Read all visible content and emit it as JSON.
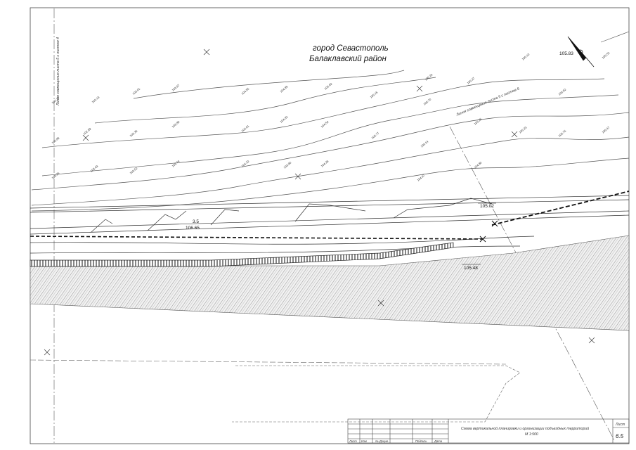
{
  "map": {
    "city": "город Севастополь",
    "district": "Балаклавский район",
    "match_line_left": "Линия совмещения листа 5 с листом 4",
    "match_line_right": "Линия совмещения листа 5 с листом 6",
    "marks": [
      {
        "label": "105.02"
      },
      {
        "label": "105.48"
      },
      {
        "label": "106.65"
      },
      {
        "label": "105.83"
      }
    ],
    "slope_label": "3.5",
    "elevations": [
      "102.37",
      "102.13",
      "103.01",
      "103.87",
      "104.55",
      "104.89",
      "105.63",
      "105.15",
      "105.26",
      "105.37",
      "105.10",
      "105.52",
      "102.88",
      "102.99",
      "103.36",
      "103.80",
      "104.01",
      "104.82",
      "104.54",
      "105.77",
      "105.70",
      "106.14",
      "106.25",
      "105.82",
      "103.36",
      "103.43",
      "103.52",
      "103.74",
      "104.32",
      "103.90",
      "104.36",
      "104.87",
      "104.80",
      "105.23",
      "105.75",
      "105.47"
    ],
    "colors": {
      "line": "#333333",
      "road_hatch": "#888888",
      "frame": "#444444"
    }
  },
  "title_block": {
    "drawing_title": "Схема вертикальной планировки и организации подъездных территорий",
    "scale": "М 1:500",
    "sheet_label": "Лист",
    "sheet_number": "6.5",
    "columns": [
      "Лист",
      "Изм",
      "№ Докум.",
      "Подпись",
      "Дата"
    ]
  }
}
